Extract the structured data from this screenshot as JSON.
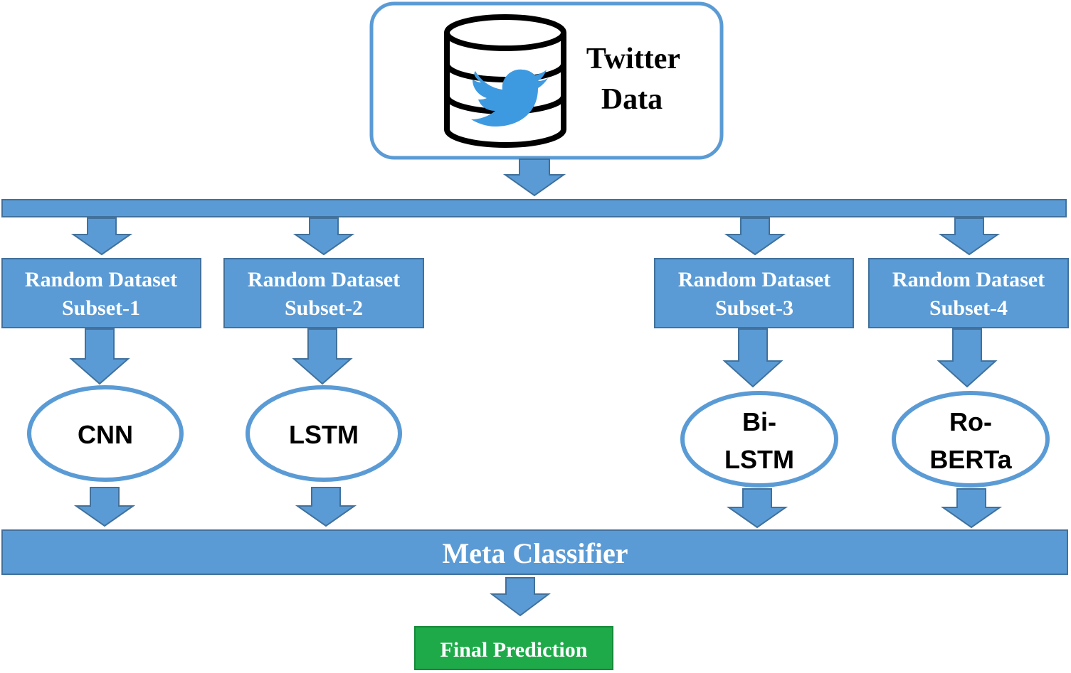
{
  "source": {
    "title_line1": "Twitter",
    "title_line2": "Data",
    "icon": "database-twitter-icon"
  },
  "subsets": [
    {
      "line1": "Random Dataset",
      "line2": "Subset-1"
    },
    {
      "line1": "Random Dataset",
      "line2": "Subset-2"
    },
    {
      "line1": "Random Dataset",
      "line2": "Subset-3"
    },
    {
      "line1": "Random Dataset",
      "line2": "Subset-4"
    }
  ],
  "models": [
    {
      "line1": "CNN",
      "line2": ""
    },
    {
      "line1": "LSTM",
      "line2": ""
    },
    {
      "line1": "Bi-",
      "line2": "LSTM"
    },
    {
      "line1": "Ro-",
      "line2": "BERTa"
    }
  ],
  "meta_classifier": {
    "label": "Meta Classifier"
  },
  "final": {
    "label": "Final Prediction"
  },
  "colors": {
    "blue": "#5b9bd5",
    "blue_stroke": "#41719c",
    "green": "#1faa4a",
    "green_stroke": "#148a38",
    "twitter_blue": "#3d9ae0",
    "text_white": "#ffffff",
    "text_black": "#000000"
  }
}
